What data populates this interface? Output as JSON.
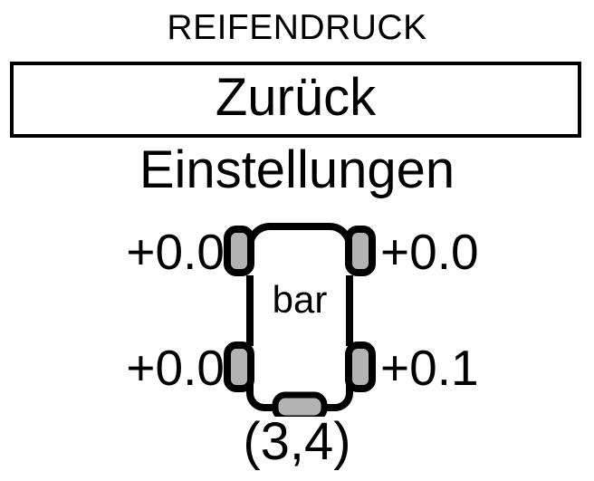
{
  "header": {
    "title": "REIFENDRUCK"
  },
  "back_button": {
    "label": "Zurück"
  },
  "settings": {
    "heading": "Einstellungen"
  },
  "tire_pressure": {
    "unit": "bar",
    "front_left": "+0.0",
    "front_right": "+0.0",
    "rear_left": "+0.0",
    "rear_right": "+0.1"
  },
  "footer": {
    "code": "(3,4)"
  },
  "colors": {
    "background": "#ffffff",
    "foreground": "#000000",
    "tire_fill": "#b3b3b3",
    "outline": "#000000"
  }
}
